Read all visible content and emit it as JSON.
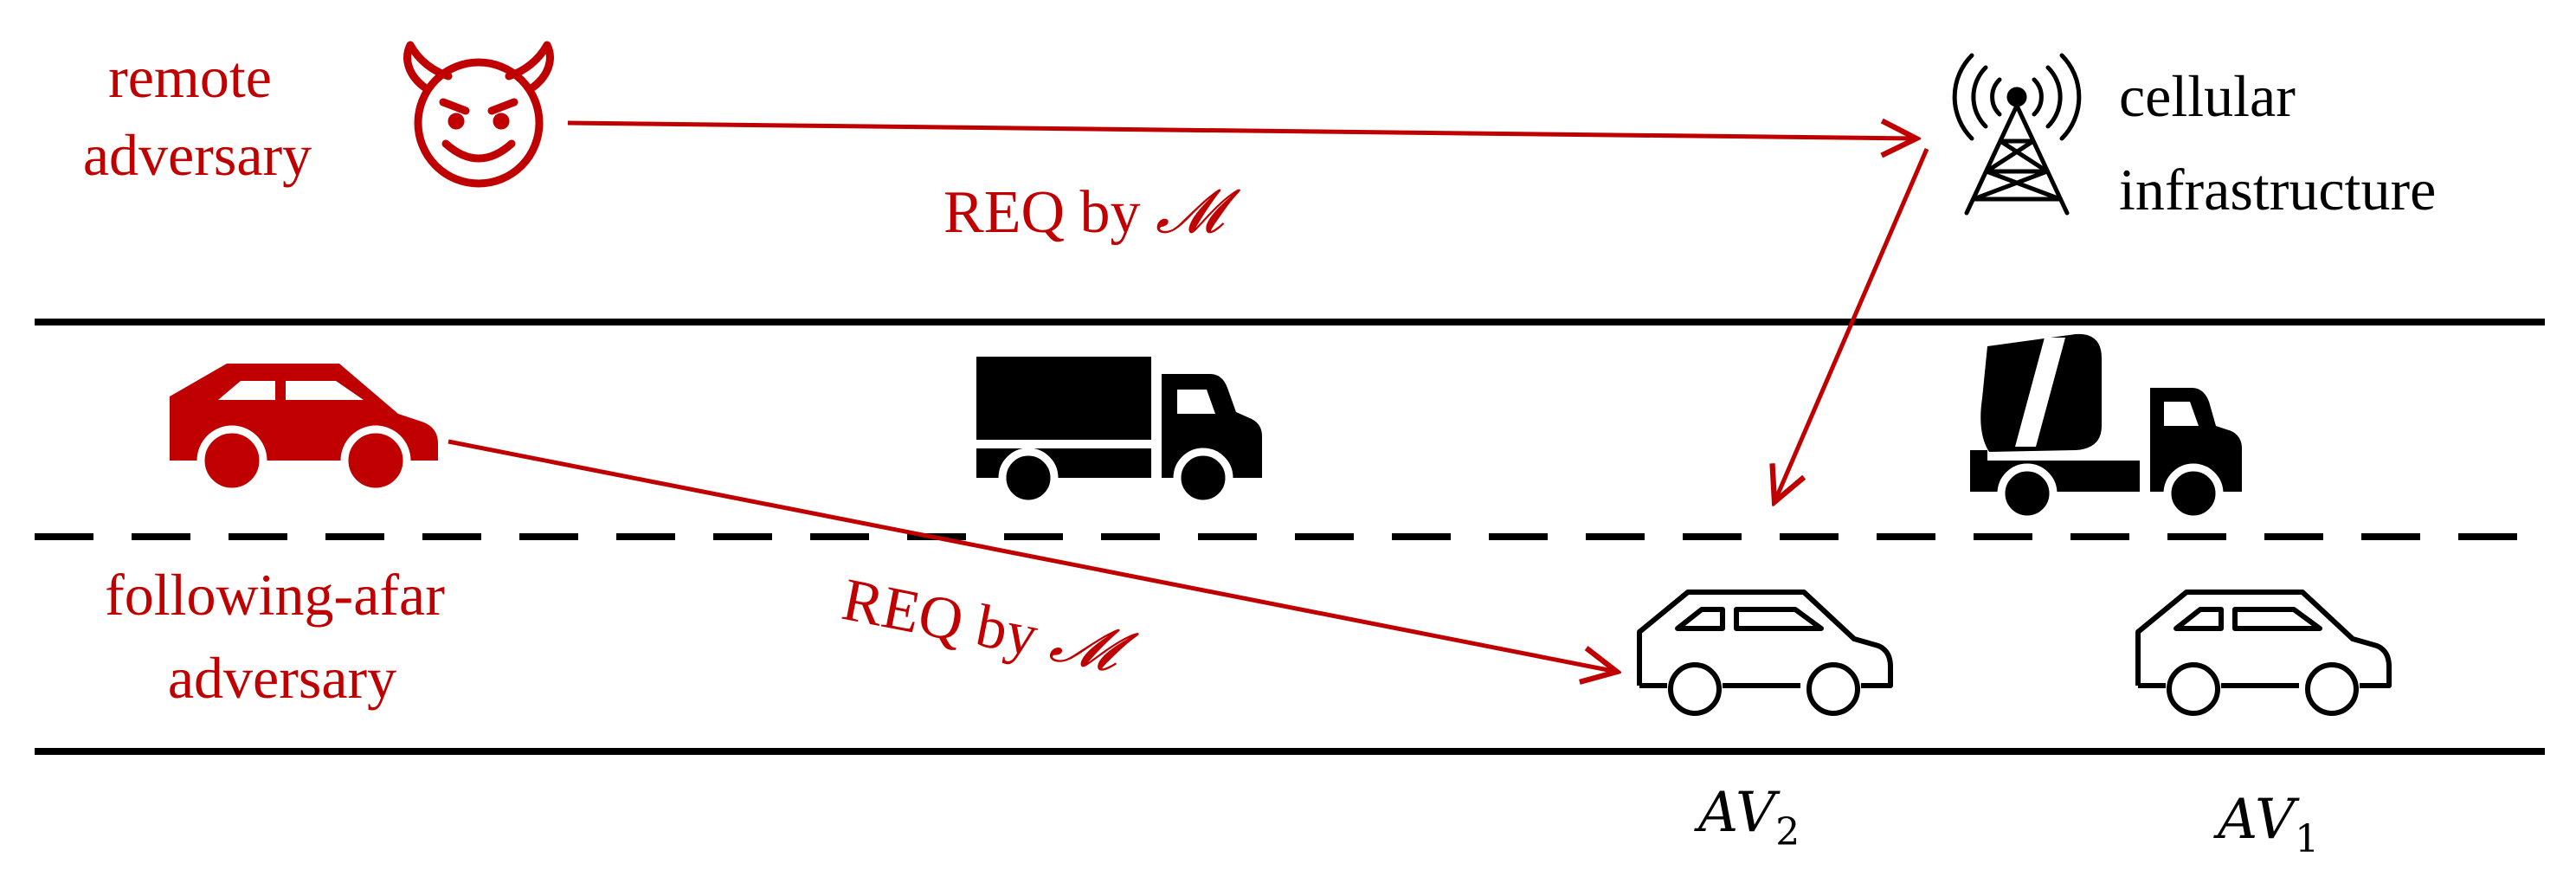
{
  "labels": {
    "remote_line1": "remote",
    "remote_line2": "adversary",
    "cellular_line1": "cellular",
    "cellular_line2": "infrastructure",
    "follow_line1": "following-afar",
    "follow_line2": "adversary",
    "req_prefix": "REQ by ",
    "req_symbol": "𝓜",
    "av2_base": "AV",
    "av2_sub": "2",
    "av1_base": "AV",
    "av1_sub": "1"
  },
  "colors": {
    "adversary": "#c00000",
    "neutral": "#000000"
  },
  "icons": {
    "remote_adversary": "devil-face-icon",
    "cell_tower": "cell-tower-icon",
    "attacker_car": "car-icon",
    "truck": "truck-icon",
    "mixer_truck": "cement-mixer-icon",
    "av": "car-outline-icon"
  }
}
